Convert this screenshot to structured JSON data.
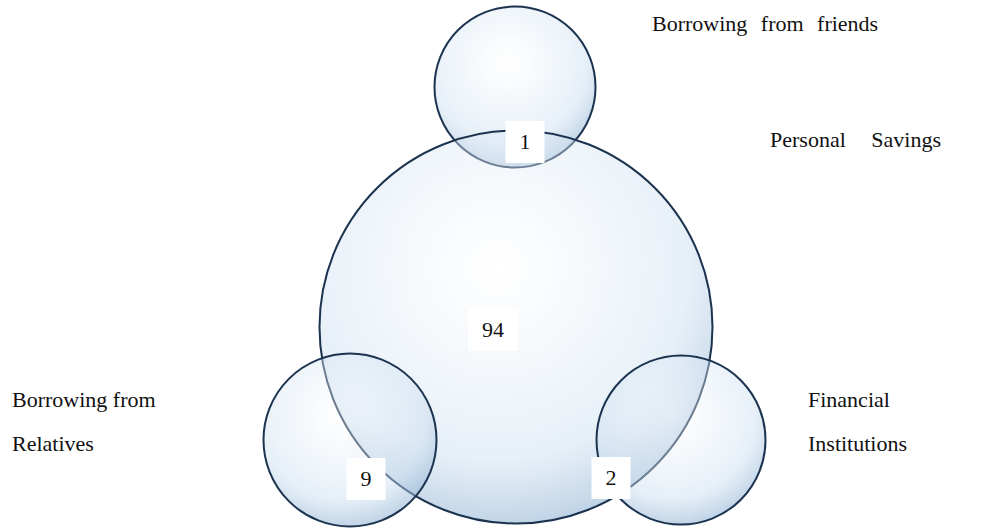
{
  "diagram": {
    "nodes": [
      {
        "text": [
          "Borrowing from friends",
          "1"
        ]
      },
      {
        "text": [
          "Personal Savings",
          "94"
        ]
      },
      {
        "text": [
          "Borrowing from Relatives",
          "9"
        ]
      },
      {
        "text": [
          "Financial Institutions",
          "2"
        ]
      }
    ]
  }
}
